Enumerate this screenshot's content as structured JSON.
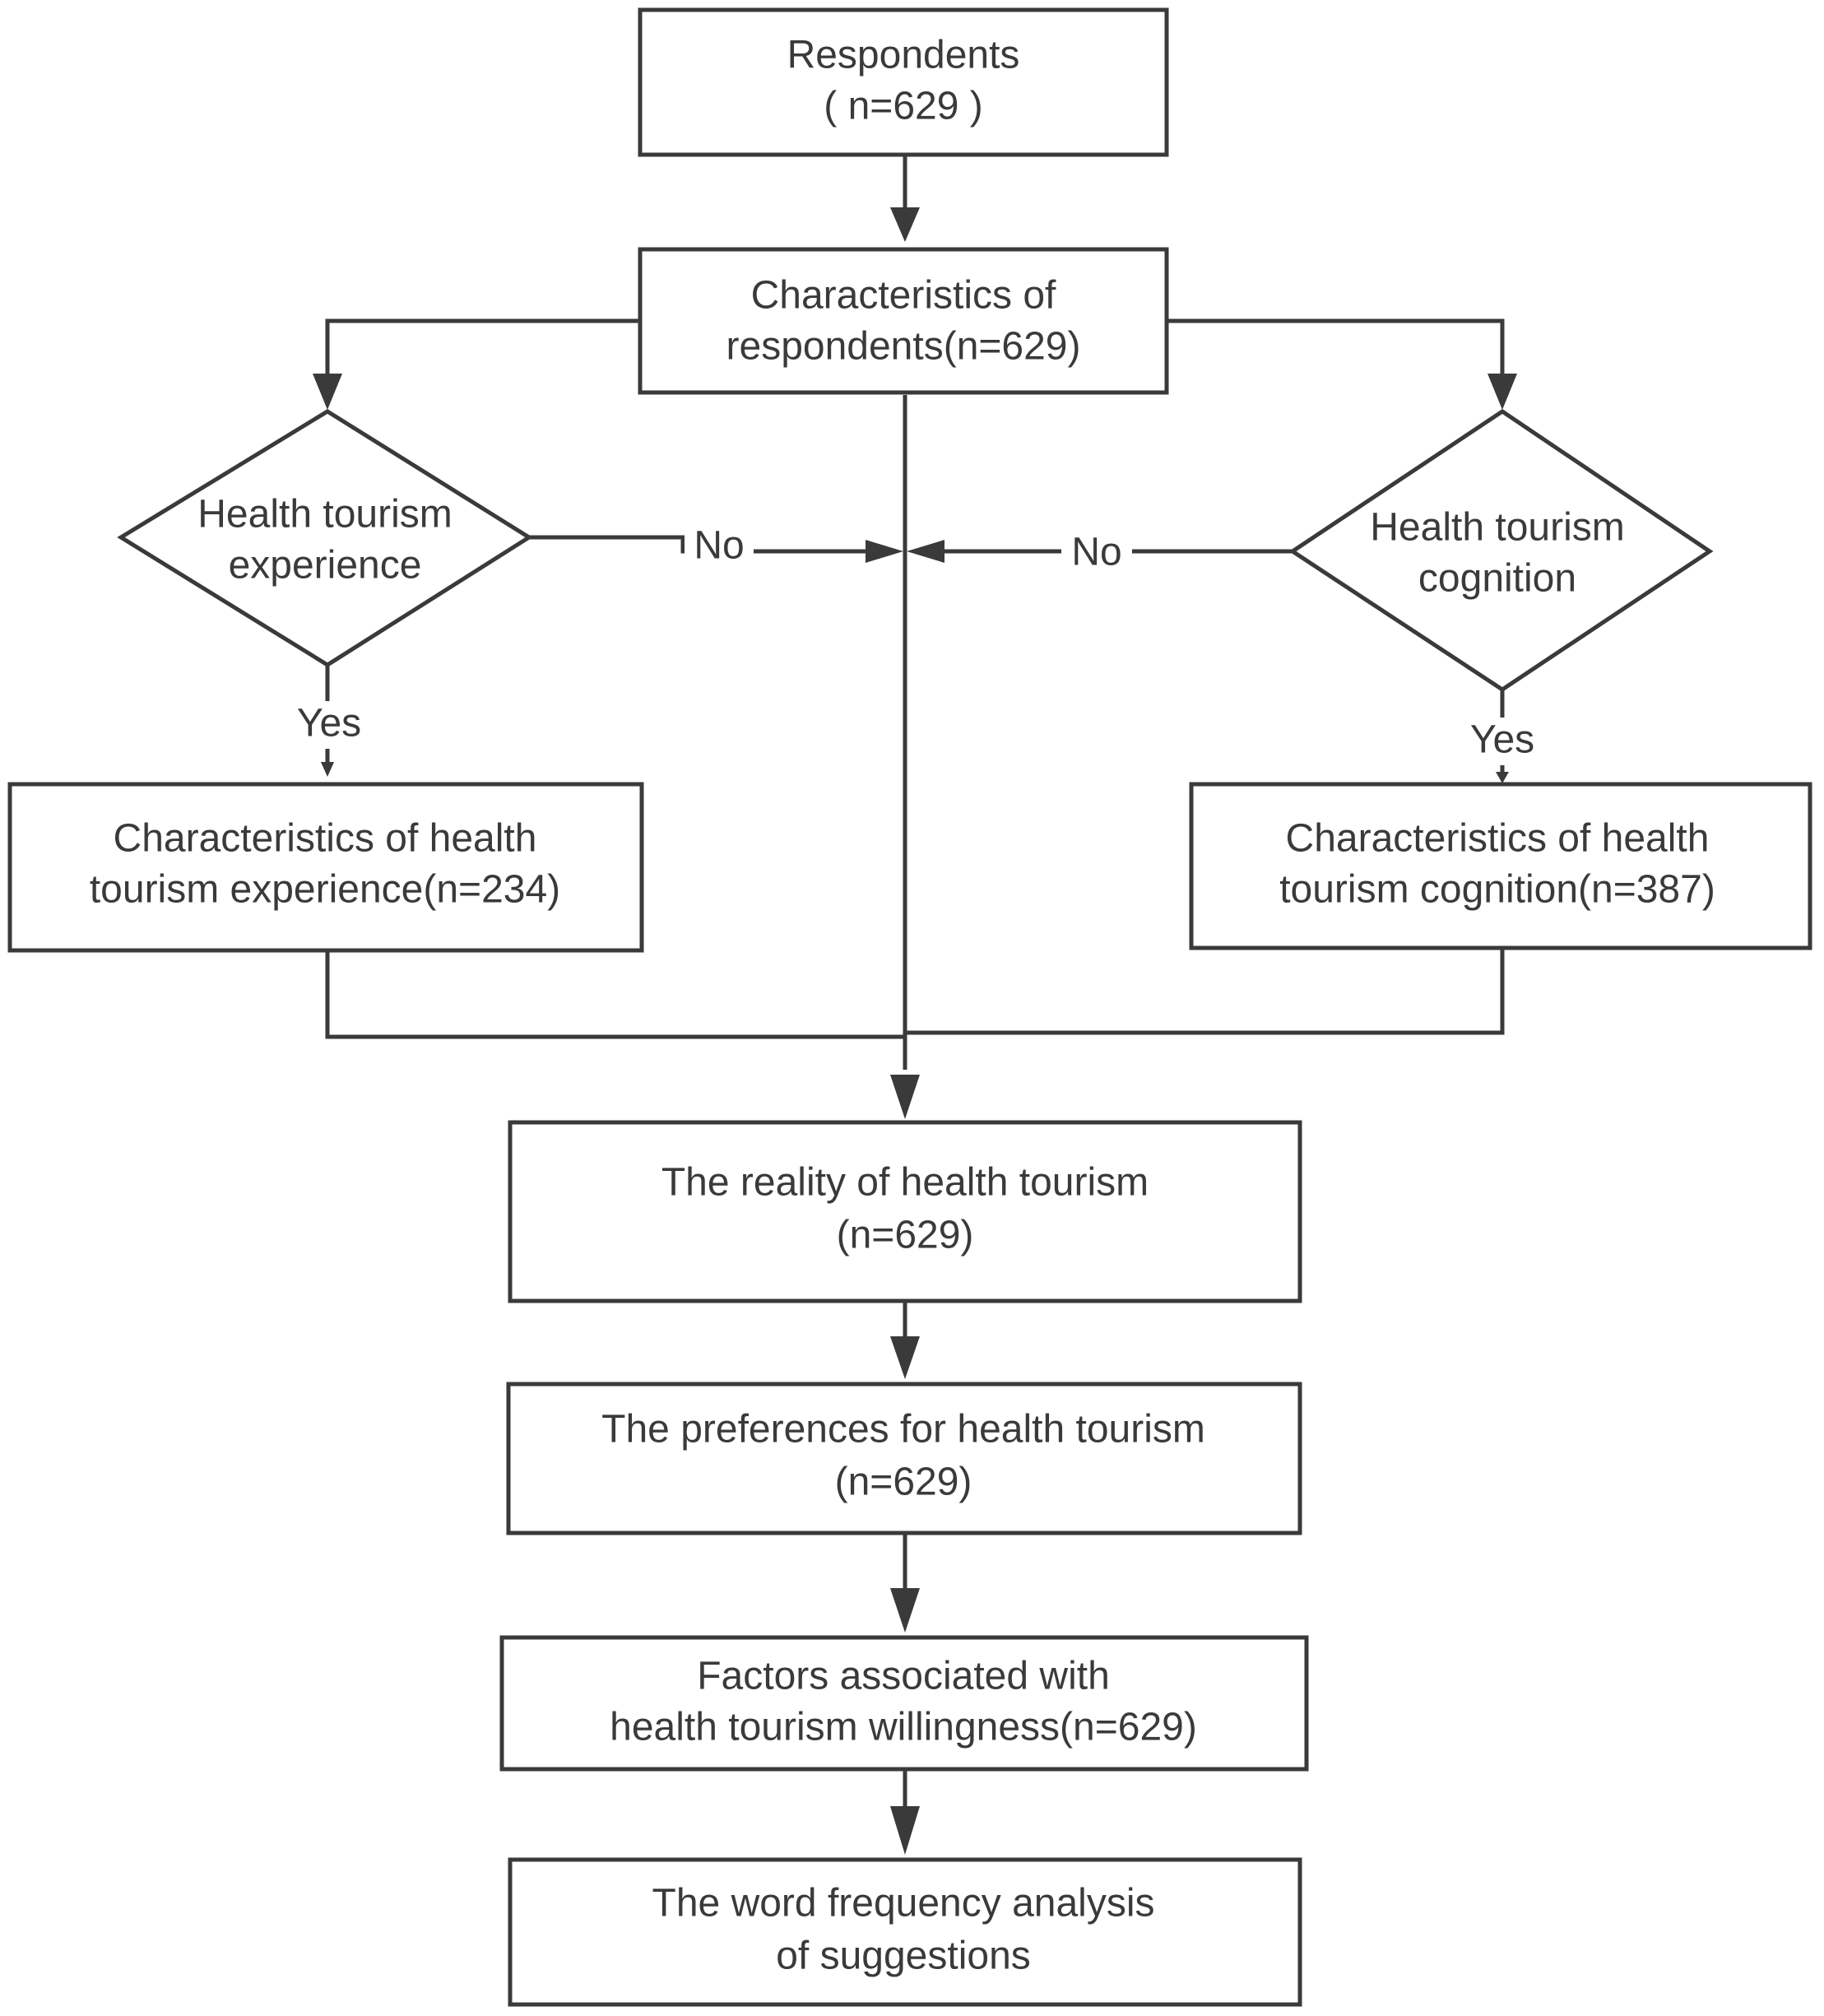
{
  "nodes": {
    "respondents": {
      "lines": [
        "Respondents",
        "( n=629 )"
      ]
    },
    "characteristics_respondents": {
      "lines": [
        "Characteristics of",
        "respondents(n=629)"
      ]
    },
    "decision_experience": {
      "lines": [
        "Health tourism",
        "experience"
      ]
    },
    "decision_cognition": {
      "lines": [
        "Health tourism",
        "cognition"
      ]
    },
    "experience_characteristics": {
      "lines": [
        "Characteristics of health",
        "tourism experience(n=234)"
      ]
    },
    "cognition_characteristics": {
      "lines": [
        "Characteristics of health",
        "tourism cognition(n=387)"
      ]
    },
    "reality": {
      "lines": [
        "The reality of health tourism",
        "(n=629)"
      ]
    },
    "preferences": {
      "lines": [
        "The preferences for health tourism",
        "(n=629)"
      ]
    },
    "factors": {
      "lines": [
        "Factors associated with",
        "health tourism willingness(n=629)"
      ]
    },
    "word_frequency": {
      "lines": [
        "The word frequency analysis",
        "of suggestions"
      ]
    }
  },
  "edge_labels": {
    "experience_no": "No",
    "cognition_no": "No",
    "experience_yes": "Yes",
    "cognition_yes": "Yes"
  }
}
